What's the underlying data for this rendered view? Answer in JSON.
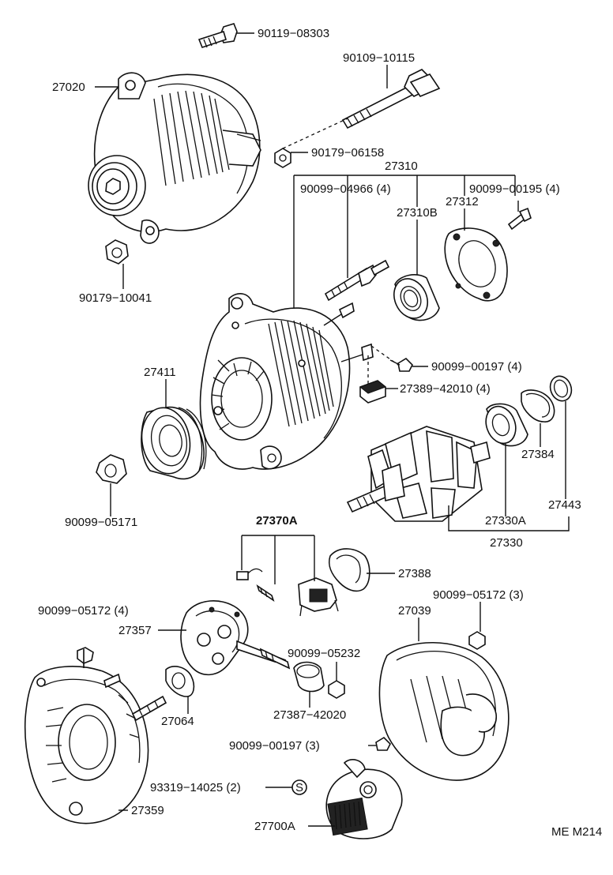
{
  "labels": {
    "p90119_08303": "90119−08303",
    "p90109_10115": "90109−10115",
    "p27020": "27020",
    "p90179_06158": "90179−06158",
    "p27310": "27310",
    "p90099_04966": "90099−04966 (4)",
    "p90099_00195": "90099−00195 (4)",
    "p27312": "27312",
    "p27310B": "27310B",
    "p90179_10041": "90179−10041",
    "p27411": "27411",
    "p90099_00197a": "90099−00197 (4)",
    "p27389_42010": "27389−42010 (4)",
    "p27384": "27384",
    "p27443": "27443",
    "p90099_05171": "90099−05171",
    "p27330A": "27330A",
    "p27330": "27330",
    "p27370A": "27370A",
    "p27388": "27388",
    "p90099_05172a": "90099−05172 (4)",
    "p90099_05172b": "90099−05172 (3)",
    "p27357": "27357",
    "p27039": "27039",
    "p90099_05232": "90099−05232",
    "p27064": "27064",
    "p27387_42020": "27387−42020",
    "p90099_00197b": "90099−00197 (3)",
    "p93319_14025": "93319−14025 (2)",
    "p27359": "27359",
    "p27700A": "27700A",
    "drawing_code": "ME M214",
    "washer_letter": "S"
  }
}
